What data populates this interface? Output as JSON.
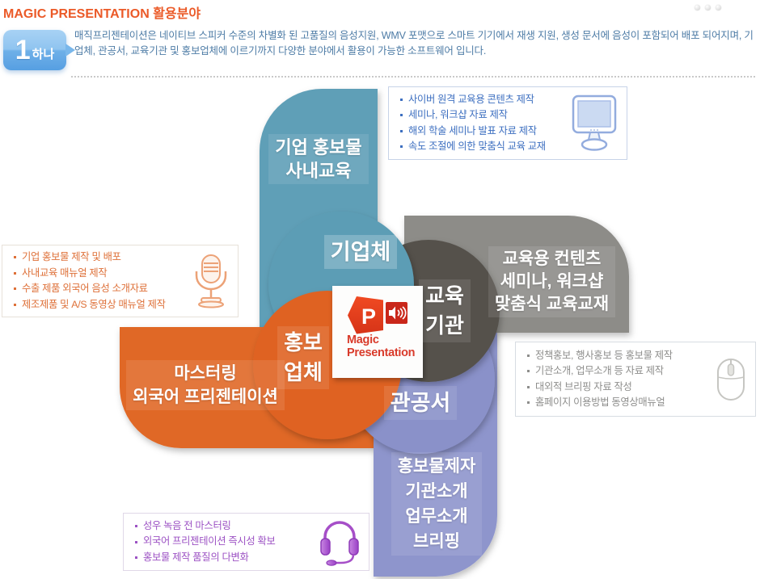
{
  "page": {
    "title": "MAGIC PRESENTATION 활용분야"
  },
  "intro": {
    "badge_number": "1",
    "badge_label": "하나",
    "description": "매직프리젠테이션은 네이티브 스피커 수준의 차별화 된 고품질의 음성지원, WMV 포맷으로 스마트 기기에서 재생 지원, 생성 문서에 음성이 포함되어 배포 되어지며, 기업체, 관공서, 교육기관 및 홍보업체에 이르기까지 다양한 분야에서 활용이 가능한 소프트웨어 입니다."
  },
  "diagram": {
    "center": {
      "logo_p": "P",
      "logo_line1": "Magic",
      "logo_line2": "Presentation"
    },
    "business": {
      "disc_label": "기업체",
      "arm_label": "기업 홍보물\n사내교육"
    },
    "education": {
      "disc_label": "교육\n기관",
      "arm_label": "교육용 컨텐츠\n세미나, 워크샵\n맞춤식 교육교재"
    },
    "government": {
      "disc_label": "관공서",
      "arm_label": "홍보물제자\n기관소개\n업무소개\n브리핑"
    },
    "promotion": {
      "disc_label": "홍보\n업체",
      "arm_label": "마스터링\n외국어 프리젠테이션"
    },
    "colors": {
      "business_blue": "#5E9FB7",
      "education_gray_arm": "#8D8C88",
      "education_gray_disc": "#55514B",
      "government_purple": "#8E95CC",
      "promotion_orange": "#E06828",
      "title_orange": "#EB5A28",
      "intro_blue": "#4E7CA6",
      "logo_red": "#D93B2B"
    }
  },
  "callouts": {
    "education": {
      "icon": "monitor-icon",
      "items": [
        "사이버 원격 교육용 콘텐츠 제작",
        "세미나, 워크샵 자료 제작",
        "해외 학술 세미나 발표 자료 제작",
        "속도 조절에 의한 맞춤식 교육 교재"
      ]
    },
    "business": {
      "icon": "microphone-icon",
      "items": [
        "기업 홍보물 제작 및 배포",
        "사내교육 매뉴얼 제작",
        "수출 제품 외국어 음성 소개자료",
        "제조제품 및 A/S 동영상 매뉴얼 제작"
      ]
    },
    "government": {
      "icon": "mouse-icon",
      "items": [
        "정책홍보, 행사홍보 등 홍보물 제작",
        "기관소개, 업무소개 등 자료 제작",
        "대외적 브리핑 자료 작성",
        "홈페이지 이용방법 동영상매뉴얼"
      ]
    },
    "promotion": {
      "icon": "headset-icon",
      "items": [
        "성우 녹음 전 마스터링",
        "외국어 프리젠테이션 즉시성 확보",
        "홍보물 제작 품질의 다변화"
      ]
    }
  }
}
